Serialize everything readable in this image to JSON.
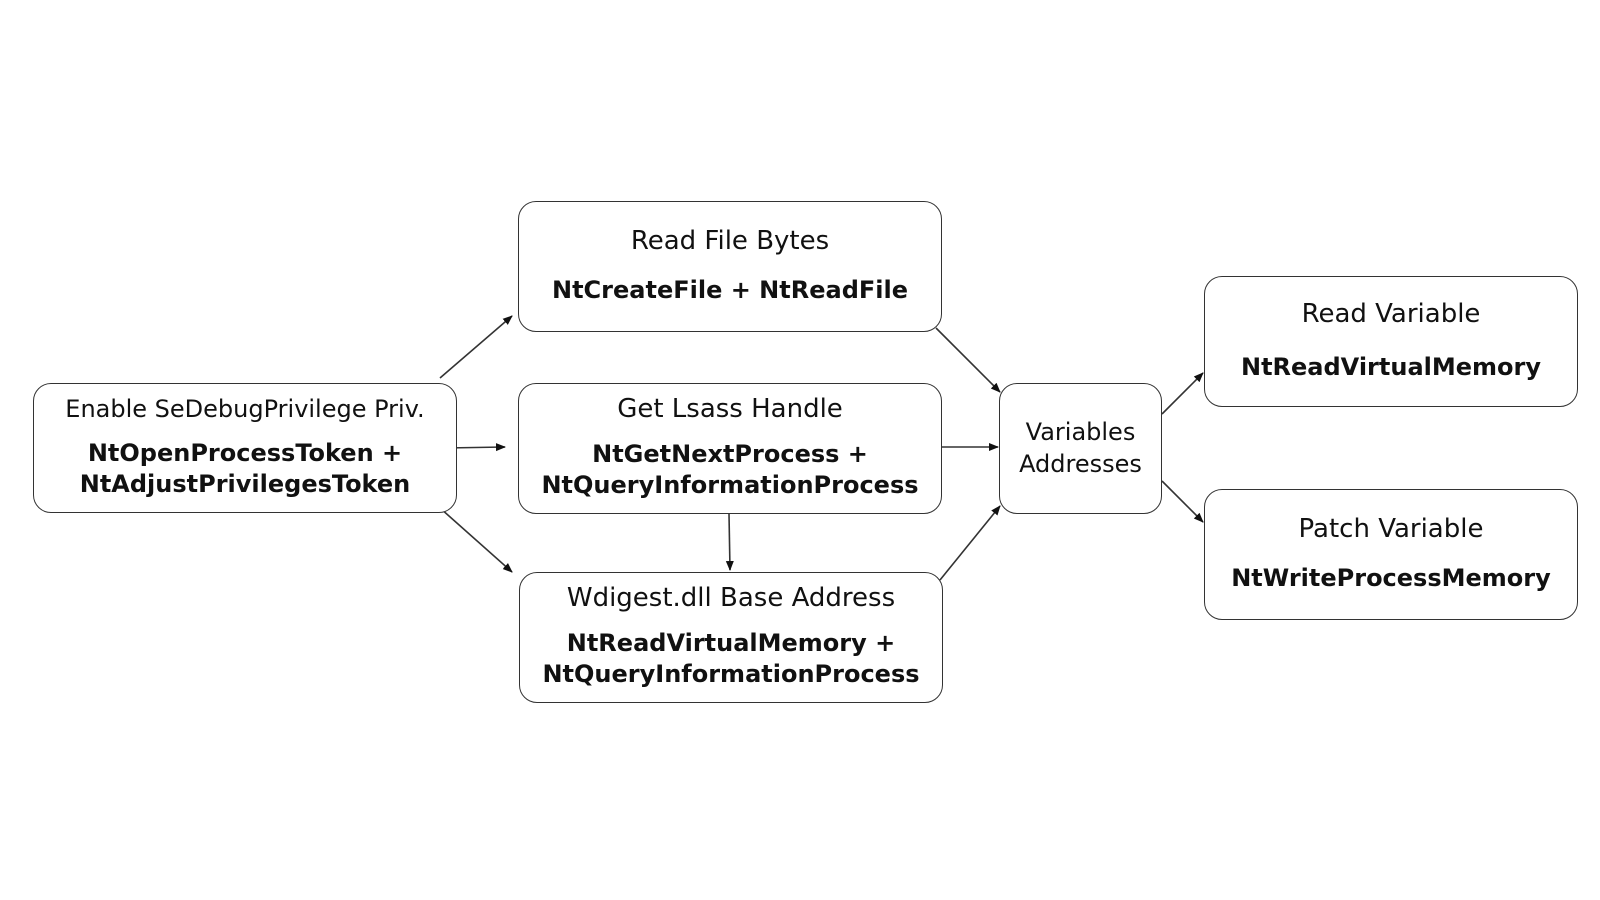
{
  "nodes": {
    "enable": {
      "title": "Enable SeDebugPrivilege Priv.",
      "api": [
        "NtOpenProcessToken +",
        "NtAdjustPrivilegesToken"
      ]
    },
    "readfile": {
      "title": "Read File Bytes",
      "api": [
        "NtCreateFile + NtReadFile"
      ]
    },
    "lsass": {
      "title": "Get Lsass Handle",
      "api": [
        "NtGetNextProcess +",
        "NtQueryInformationProcess"
      ]
    },
    "wdigest": {
      "title": "Wdigest.dll Base Address",
      "api": [
        "NtReadVirtualMemory +",
        "NtQueryInformationProcess"
      ]
    },
    "vars": {
      "title_lines": [
        "Variables",
        "Addresses"
      ]
    },
    "readvar": {
      "title": "Read Variable",
      "api": [
        "NtReadVirtualMemory"
      ]
    },
    "patchvar": {
      "title": "Patch Variable",
      "api": [
        "NtWriteProcessMemory"
      ]
    }
  },
  "edges": [
    {
      "from": "enable",
      "to": "readfile"
    },
    {
      "from": "enable",
      "to": "lsass"
    },
    {
      "from": "enable",
      "to": "wdigest"
    },
    {
      "from": "lsass",
      "to": "wdigest"
    },
    {
      "from": "readfile",
      "to": "vars"
    },
    {
      "from": "lsass",
      "to": "vars"
    },
    {
      "from": "wdigest",
      "to": "vars"
    },
    {
      "from": "vars",
      "to": "readvar"
    },
    {
      "from": "vars",
      "to": "patchvar"
    }
  ]
}
